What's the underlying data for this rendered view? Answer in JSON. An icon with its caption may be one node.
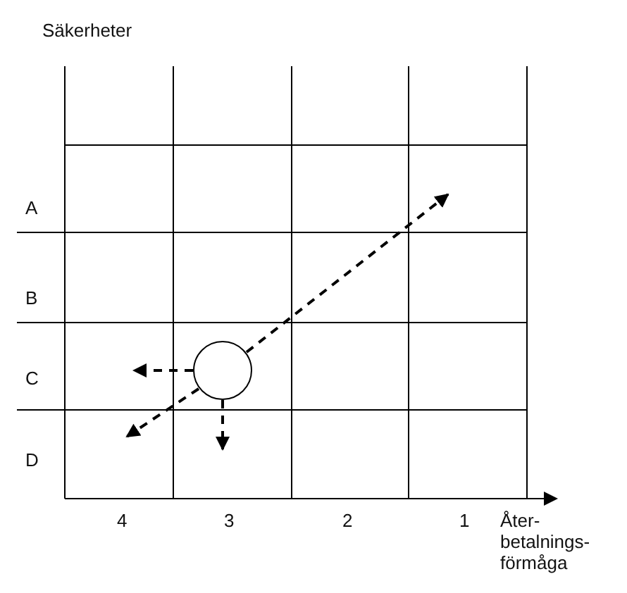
{
  "diagram": {
    "nodes": [
      {
        "text": [],
        "shape": "circle"
      }
    ],
    "labels": [
      "Säkerheter",
      "A",
      "B",
      "C",
      "D",
      "4",
      "3",
      "2",
      "1",
      "Åter- betalnings- förmåga"
    ]
  }
}
